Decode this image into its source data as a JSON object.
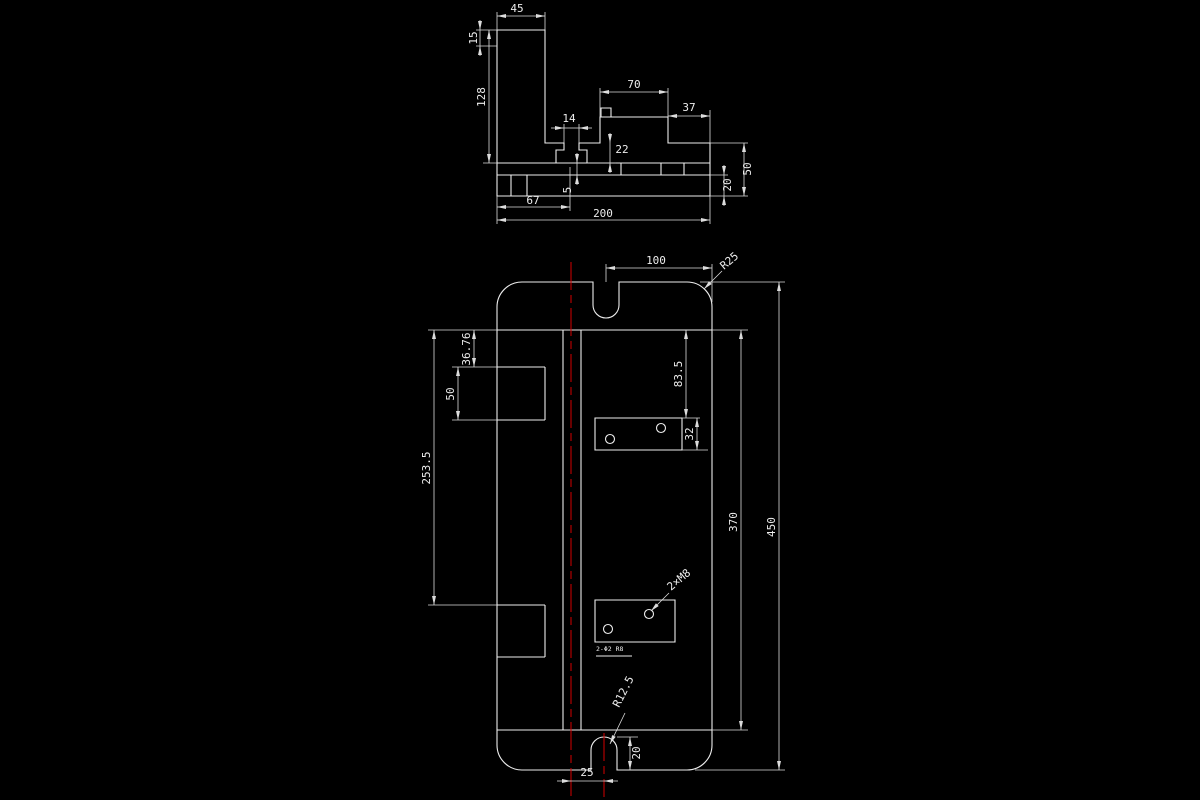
{
  "colors": {
    "background": "#000000",
    "geometry": "#ededed",
    "dimension": "#dcdcdc",
    "centerline": "#d40000"
  },
  "side_view": {
    "dims": {
      "col_width": "45",
      "cap_height": "15",
      "column_height": "128",
      "block_width": "70",
      "block_to_edge": "37",
      "slot_opening": "14",
      "slot_depth": "22",
      "rib": "5",
      "left_segment": "67",
      "overall_width": "200",
      "base_thickness": "20",
      "edge_height": "50"
    }
  },
  "plan_view": {
    "dims": {
      "notch_to_edge": "100",
      "corner_radius": "R25",
      "pocket_offset": "36.76",
      "pocket_width": "50",
      "pocket_pitch": "253.5",
      "pad_offset": "83.5",
      "pad_width": "32",
      "inner_length": "370",
      "overall_length": "450",
      "thread_callout": "2×M8",
      "hole_note": "2-Φ2 R8",
      "notch_radius": "R12.5",
      "notch_depth": "20",
      "center_offset": "25"
    }
  }
}
